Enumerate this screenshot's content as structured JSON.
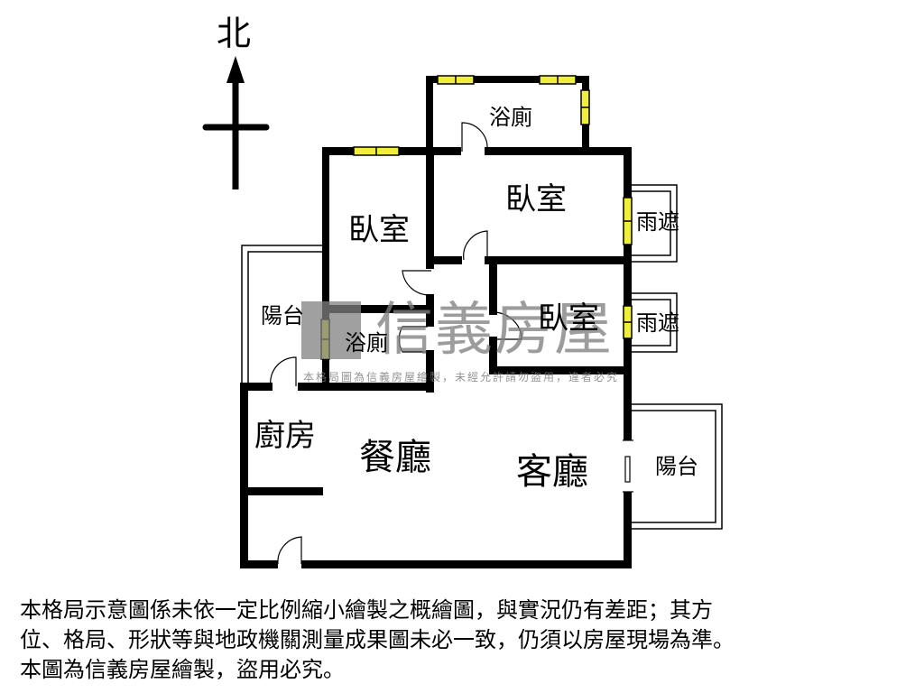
{
  "compass": {
    "label": "北",
    "icon": "north-arrow-icon"
  },
  "rooms": {
    "bath_top": "浴廁",
    "bedroom_master": "臥室",
    "bedroom_left": "臥室",
    "bedroom_small": "臥室",
    "canopy_upper": "雨遮",
    "canopy_lower": "雨遮",
    "balcony_left": "陽台",
    "bath_small": "浴廁",
    "kitchen": "廚房",
    "dining": "餐廳",
    "living": "客廳",
    "balcony_right": "陽台"
  },
  "watermark": {
    "brand": "信義房屋",
    "notice": "本格局圖為信義房屋繪製，未經允許請勿盜用，違者必究"
  },
  "colors": {
    "wall": "#000000",
    "window": "#f2ee3c",
    "watermark": "#808080"
  },
  "disclaimer": {
    "lines": [
      "本格局示意圖係未依一定比例縮小繪製之概繪圖，與實況仍有差距；其方",
      "位、格局、形狀等與地政機關測量成果圖未必一致，仍須以房屋現場為準。",
      "本圖為信義房屋繪製，盜用必究。"
    ]
  }
}
